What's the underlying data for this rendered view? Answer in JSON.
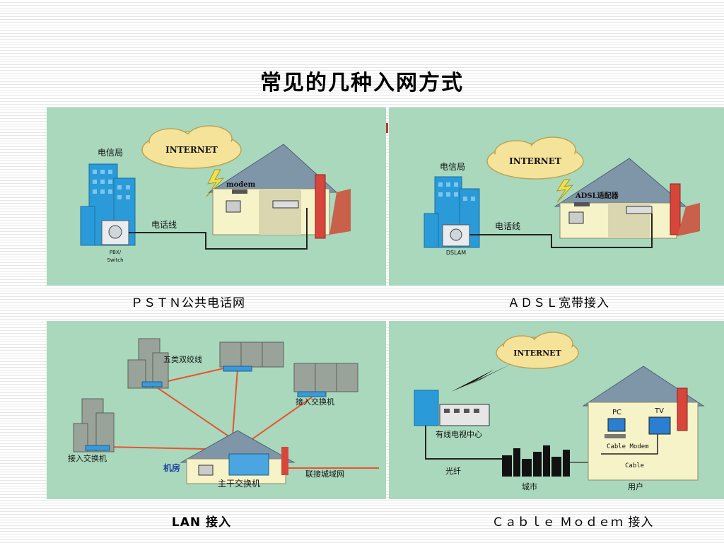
{
  "title": "常见的几种入网方式",
  "panels": {
    "pstn": {
      "internet": "INTERNET",
      "telecom": "电信局",
      "modem": "modem",
      "phone_line": "电话线",
      "switch_top": "PBX/",
      "switch_bottom": "Switch",
      "caption": "ＰＳＴＮ公共电话网"
    },
    "adsl": {
      "internet": "INTERNET",
      "telecom": "电信局",
      "adapter": "ADSL适配器",
      "phone_line": "电话线",
      "dslam": "DSLAM",
      "caption": "ＡＤＳＬ宽带接入"
    },
    "lan": {
      "twisted_pair": "五类双绞线",
      "access_switch_right": "接入交换机",
      "access_switch_left": "接入交换机",
      "machine_room": "机房",
      "core_switch": "主干交换机",
      "metro_link": "联接城域网",
      "caption": "LAN 接入"
    },
    "cable": {
      "internet": "INTERNET",
      "cable_tv_center": "有线电视中心",
      "pc": "PC",
      "tv": "TV",
      "cable_modem": "Cable Modem",
      "cable": "Cable",
      "fiber": "光纤",
      "city": "城市",
      "user": "用户",
      "caption": "Ｃａｂｌｅ Ｍｏｄｅｍ 接入"
    }
  },
  "colors": {
    "panel_bg": "#a9d8bd",
    "building_blue": "#2a9bd8",
    "house_wall": "#f7f3c8",
    "roof": "#7f95a8",
    "cloud": "#f6e39a",
    "red_link": "#e8542f"
  }
}
